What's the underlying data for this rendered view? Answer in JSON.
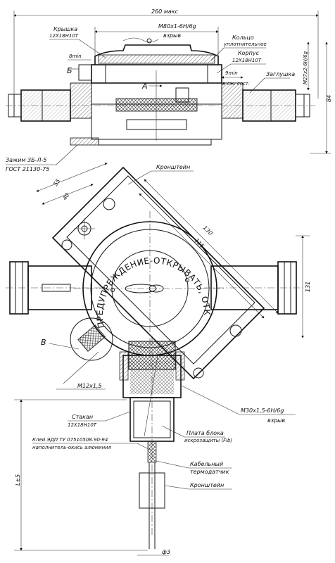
{
  "top_view": {
    "dim_overall": "260 макс",
    "dim_thread_top": "M80x1-6H/6g",
    "explosion_proof_top": "взрыв",
    "label_cover": "Крышка",
    "label_cover_material": "12X18H10T",
    "label_ring": "Кольцо",
    "label_ring_sub": "уплотнительное",
    "label_body": "Корпус",
    "label_body_material": "12X18H10T",
    "label_plug": "Заглушка",
    "dim_8min": "8min",
    "dim_9min": "9min",
    "label_free_state": "в сж. сост.",
    "section_b": "Б",
    "section_a": "А",
    "dim_thread_right": "M27x2-6H/6g",
    "dim_height": "84",
    "label_clamp": "Зажим 3Б-Л-5",
    "label_gost": "ГОСТ 21130-75"
  },
  "bottom_view": {
    "label_bracket_top": "Кронштейн",
    "dim_55": "55",
    "dim_40": "40",
    "dim_130": "130",
    "dim_115": "115",
    "dim_131": "131",
    "warning_text": "ПРЕДУПРЕЖДЕНИЕ-ОТКРЫВАТЬ, ОТКЛЮЧИВ ОТ СЕТИ",
    "section_v": "В",
    "dim_m12": "M12x1,5",
    "dim_m30": "M30x1,5-6H/6g",
    "explosion_proof_side": "взрыв",
    "label_cup": "Стакан",
    "label_cup_material": "12X18H10T",
    "label_glue": "Клей ЭДП ТУ 07510508.90-94",
    "label_filler": "наполнитель-окись алюминия",
    "label_board": "Плата блока",
    "label_board_sub": "искрозащиты (Fib)",
    "label_cable": "Кабельный",
    "label_cable_sub": "термодатчик",
    "label_bracket_bottom": "Кронштейн",
    "dim_length": "L±5",
    "dim_diameter": "ф3"
  }
}
